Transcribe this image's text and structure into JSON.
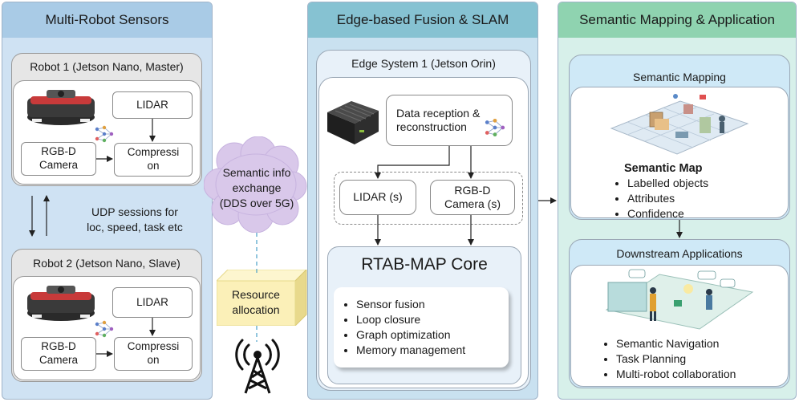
{
  "left_panel": {
    "title": "Multi-Robot Sensors",
    "robot1": {
      "title": "Robot  1 (Jetson Nano, Master)",
      "lidar": "LIDAR",
      "camera": "RGB-D\nCamera",
      "compression": "Compressi\non"
    },
    "udp_label": "UDP sessions for\nloc, speed, task etc",
    "robot2": {
      "title": "Robot 2 (Jetson Nano, Slave)",
      "lidar": "LIDAR",
      "camera": "RGB-D\nCamera",
      "compression": "Compressi\non"
    }
  },
  "cloud": {
    "text": "Semantic info\nexchange\n(DDS over 5G)"
  },
  "resource": {
    "text": "Resource\nallocation"
  },
  "middle_panel": {
    "title": "Edge-based Fusion & SLAM",
    "edge_title": "Edge System 1 (Jetson Orin)",
    "reception": "Data reception &\nreconstruction",
    "lidar": "LIDAR (s)",
    "camera": "RGB-D\nCamera (s)",
    "core_title": "RTAB-MAP Core",
    "core_items": [
      "Sensor fusion",
      "Loop closure",
      "Graph optimization",
      "Memory management"
    ]
  },
  "right_panel": {
    "title": "Semantic Mapping & Application",
    "mapping_title": "Semantic Mapping",
    "map_heading": "Semantic Map",
    "map_items": [
      "Labelled objects",
      "Attributes",
      "Confidence"
    ],
    "downstream_title": "Downstream Applications",
    "downstream_items": [
      "Semantic Navigation",
      "Task Planning",
      "Multi-robot collaboration"
    ]
  },
  "colors": {
    "left_header": "#a9cbe6",
    "left_body": "#cfe2f3",
    "middle_header": "#86c2d2",
    "middle_body": "#c9e1f0",
    "right_header": "#8fd3b0",
    "right_body": "#d7f0ea",
    "cloud": "#d9c8ea",
    "resource": "#fbf0b8"
  }
}
